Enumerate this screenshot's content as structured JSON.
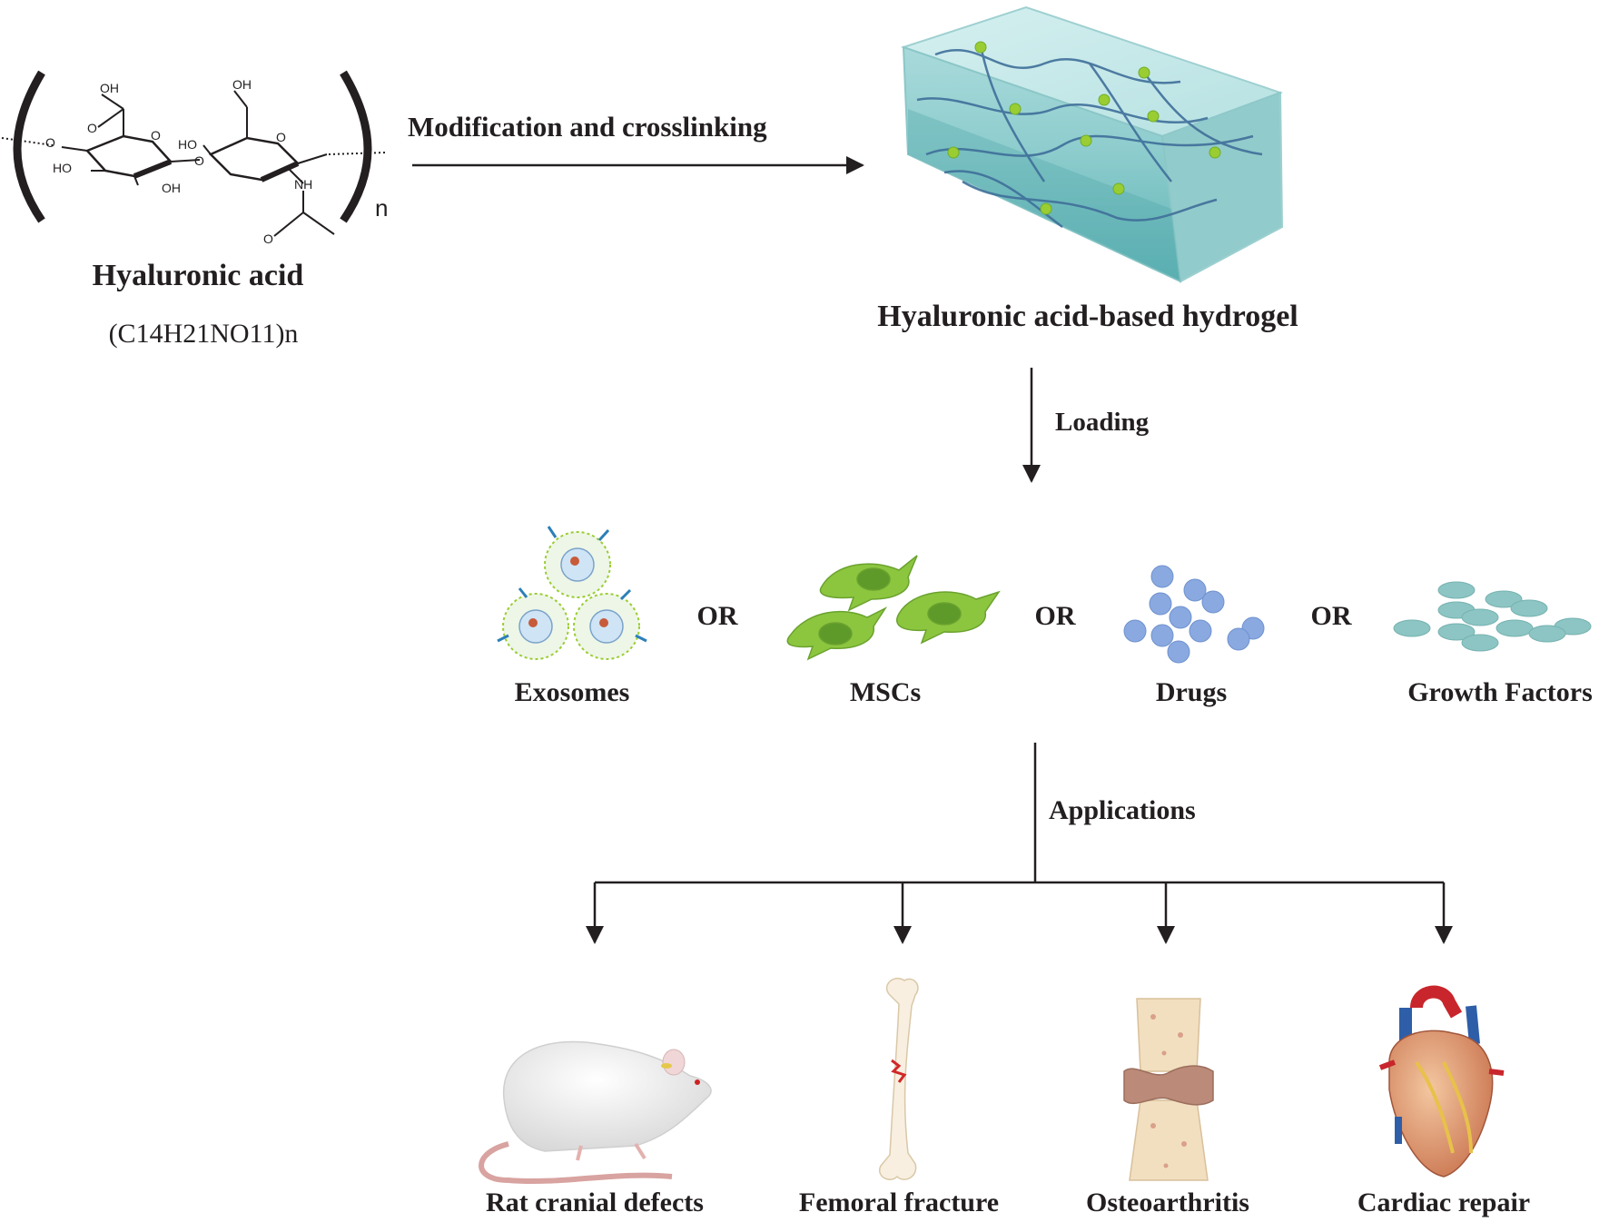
{
  "molecule": {
    "name": "Hyaluronic acid",
    "formula": "(C14H21NO11)n",
    "repeat_subscript": "n",
    "atoms": [
      "OH",
      "O",
      "HO",
      "OH",
      "O",
      "HO",
      "O",
      "OH",
      "NH",
      "O",
      "O"
    ]
  },
  "step1": {
    "label": "Modification and crosslinking"
  },
  "hydrogel": {
    "name": "Hyaluronic acid-based hydrogel"
  },
  "step2": {
    "label": "Loading"
  },
  "cargo": {
    "items": [
      {
        "label": "Exosomes",
        "icon": "exosome-icon"
      },
      {
        "label": "MSCs",
        "icon": "msc-cell-icon"
      },
      {
        "label": "Drugs",
        "icon": "drug-particles-icon"
      },
      {
        "label": "Growth Factors",
        "icon": "growth-factor-icon"
      }
    ],
    "separator": "OR"
  },
  "step3": {
    "label": "Applications"
  },
  "applications": {
    "items": [
      {
        "label": "Rat cranial defects",
        "icon": "rat-icon"
      },
      {
        "label": "Femoral fracture",
        "icon": "bone-icon"
      },
      {
        "label": "Osteoarthritis",
        "icon": "joint-icon"
      },
      {
        "label": "Cardiac repair",
        "icon": "heart-icon"
      }
    ]
  },
  "colors": {
    "text": "#231f20",
    "gel_light": "#bfe6e6",
    "gel_dark": "#5fb3b5",
    "fiber": "#3f6f9a",
    "crosslink": "#9acd32",
    "msc": "#8cc63f",
    "drug": "#8aa9e0",
    "growth_factor": "#8cc5c3"
  }
}
